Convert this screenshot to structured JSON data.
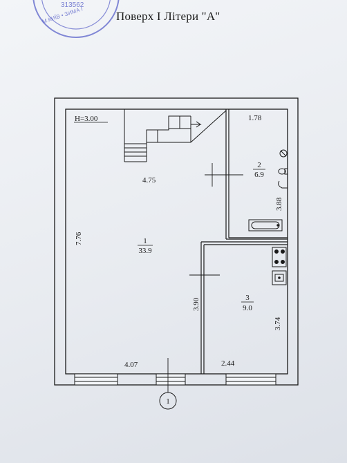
{
  "title": "Поверх І Літери \"А\"",
  "stamp": {
    "text_top": "313562",
    "text_arc": "М.КИЇВ • ЗИМА І"
  },
  "ceiling_height": "H=3.00",
  "dimensions": {
    "top_right": "1.78",
    "stair_width": "4.75",
    "left_height": "7.76",
    "bath_height": "3.88",
    "kitchen_left": "3.90",
    "kitchen_right": "3.74",
    "bottom_left": "4.07",
    "bottom_right": "2.44"
  },
  "rooms": [
    {
      "number": "1",
      "area": "33.9"
    },
    {
      "number": "2",
      "area": "6.9"
    },
    {
      "number": "3",
      "area": "9.0"
    }
  ],
  "axis_marker": "1",
  "colors": {
    "ink": "#1a1a1a",
    "stamp": "#5b63c9"
  }
}
